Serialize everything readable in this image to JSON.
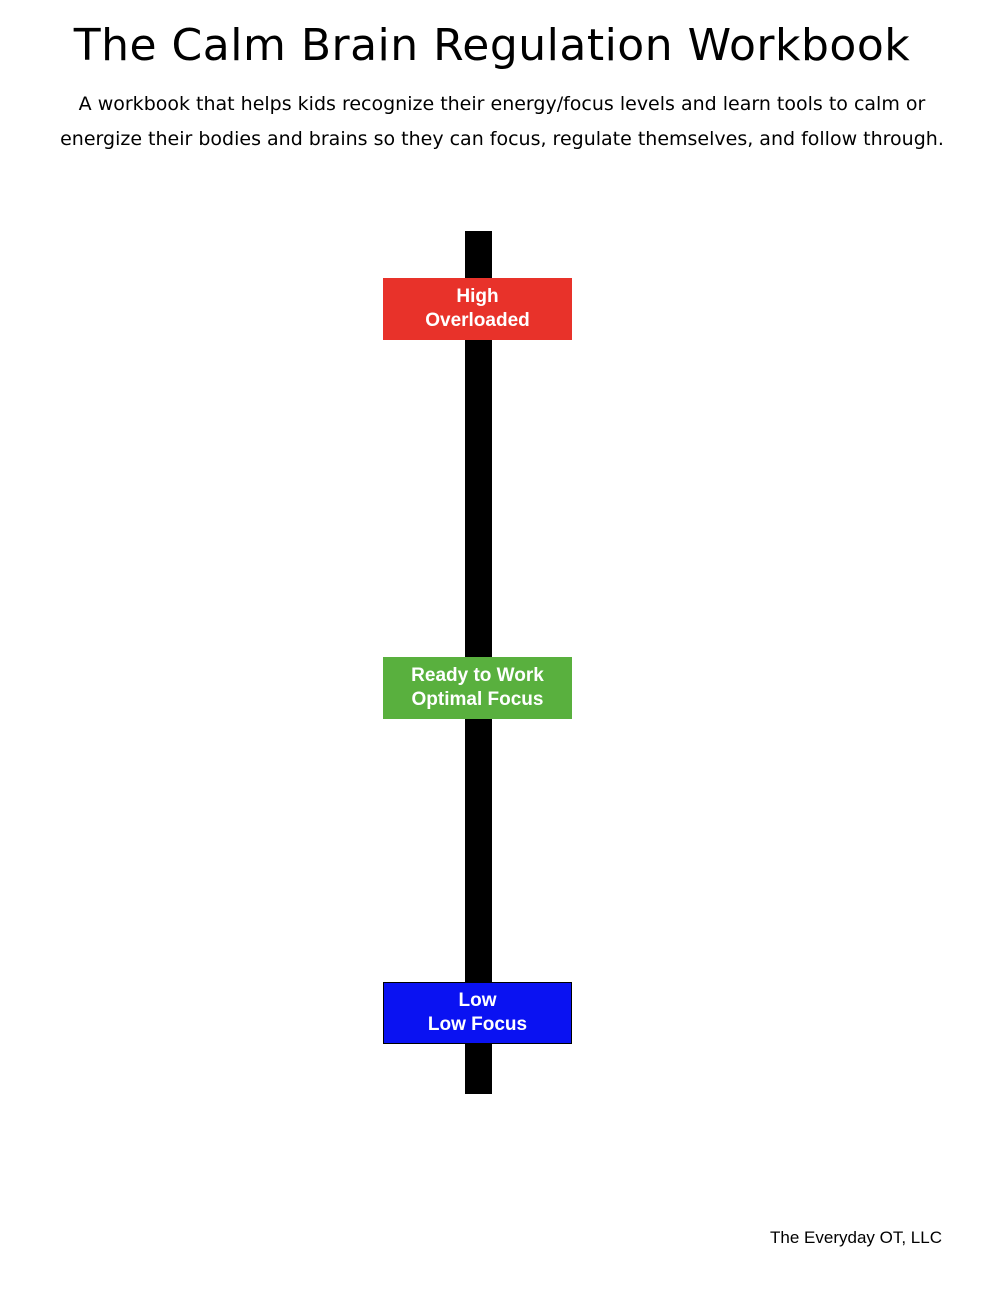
{
  "header": {
    "title": "The Calm Brain Regulation Workbook",
    "description": "A workbook that helps kids recognize their energy/focus levels and learn tools to calm or energize their bodies and brains so they can focus, regulate themselves, and follow through."
  },
  "scale": {
    "levels": [
      {
        "line1": "High",
        "line2": "Overloaded",
        "color": "#e8322a"
      },
      {
        "line1": "Ready to Work",
        "line2": "Optimal Focus",
        "color": "#59b03e"
      },
      {
        "line1": "Low",
        "line2": "Low Focus",
        "color": "#0a12f2"
      }
    ],
    "bar_color": "#000000"
  },
  "footer": {
    "credit": "The Everyday OT, LLC"
  }
}
